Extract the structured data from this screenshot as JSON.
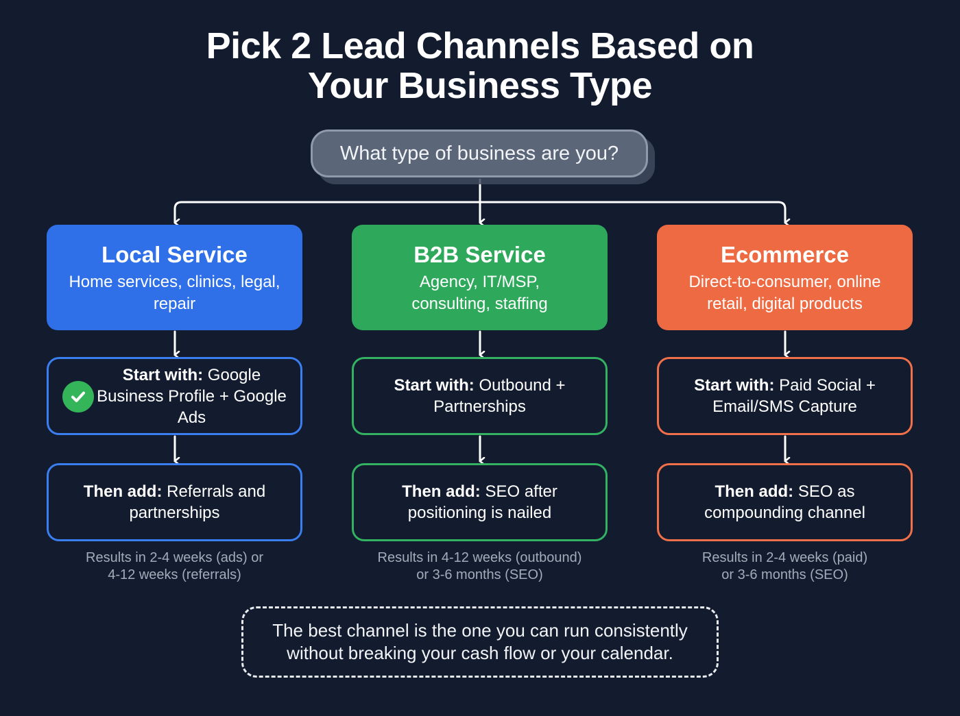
{
  "title": {
    "line1": "Pick 2 Lead Channels Based on",
    "line2": "Your Business Type"
  },
  "question": "What type of business are you?",
  "columns": [
    {
      "name": "Local Service",
      "description": "Home services, clinics, legal, repair",
      "start_label": "Start with:",
      "start_text": "Google Business Profile + Google Ads",
      "then_label": "Then add:",
      "then_text": "Referrals and partnerships",
      "note_line1": "Results in 2-4 weeks (ads) or",
      "note_line2": "4-12 weeks (referrals)",
      "color": "#2f6fe8",
      "border_color": "#3b7ef0",
      "recommended_icon": "check-circle-icon"
    },
    {
      "name": "B2B Service",
      "description": "Agency, IT/MSP, consulting, staffing",
      "start_label": "Start with:",
      "start_text": "Outbound + Partnerships",
      "then_label": "Then add:",
      "then_text": "SEO after positioning is nailed",
      "note_line1": "Results in 4-12 weeks (outbound)",
      "note_line2": "or 3-6 months (SEO)",
      "color": "#2ea85a",
      "border_color": "#33b262"
    },
    {
      "name": "Ecommerce",
      "description": "Direct-to-consumer, online retail, digital products",
      "start_label": "Start with:",
      "start_text": "Paid Social + Email/SMS Capture",
      "then_label": "Then add:",
      "then_text": "SEO as compounding channel",
      "note_line1": "Results in 2-4 weeks (paid)",
      "note_line2": "or 3-6 months (SEO)",
      "color": "#ee6a43",
      "border_color": "#f0704a"
    }
  ],
  "footer_quote": "The best channel is the one you can run consistently without breaking your cash flow or your calendar."
}
